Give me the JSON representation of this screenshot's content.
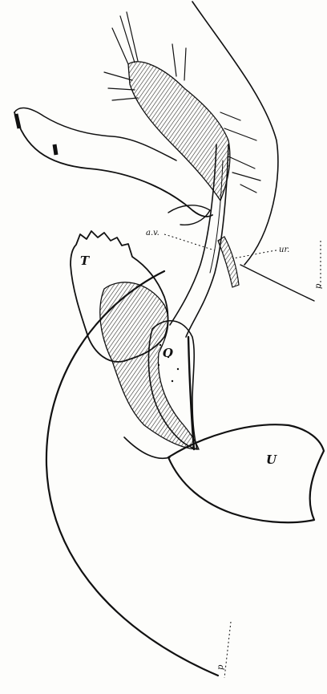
{
  "figure": {
    "labels": {
      "t": "T",
      "o": "O",
      "u": "U",
      "av": "a.v.",
      "ur": "ur.",
      "p": "p"
    },
    "colors": {
      "ink": "#111111",
      "paper": "#fdfdfb",
      "hatch": "#222222"
    }
  }
}
